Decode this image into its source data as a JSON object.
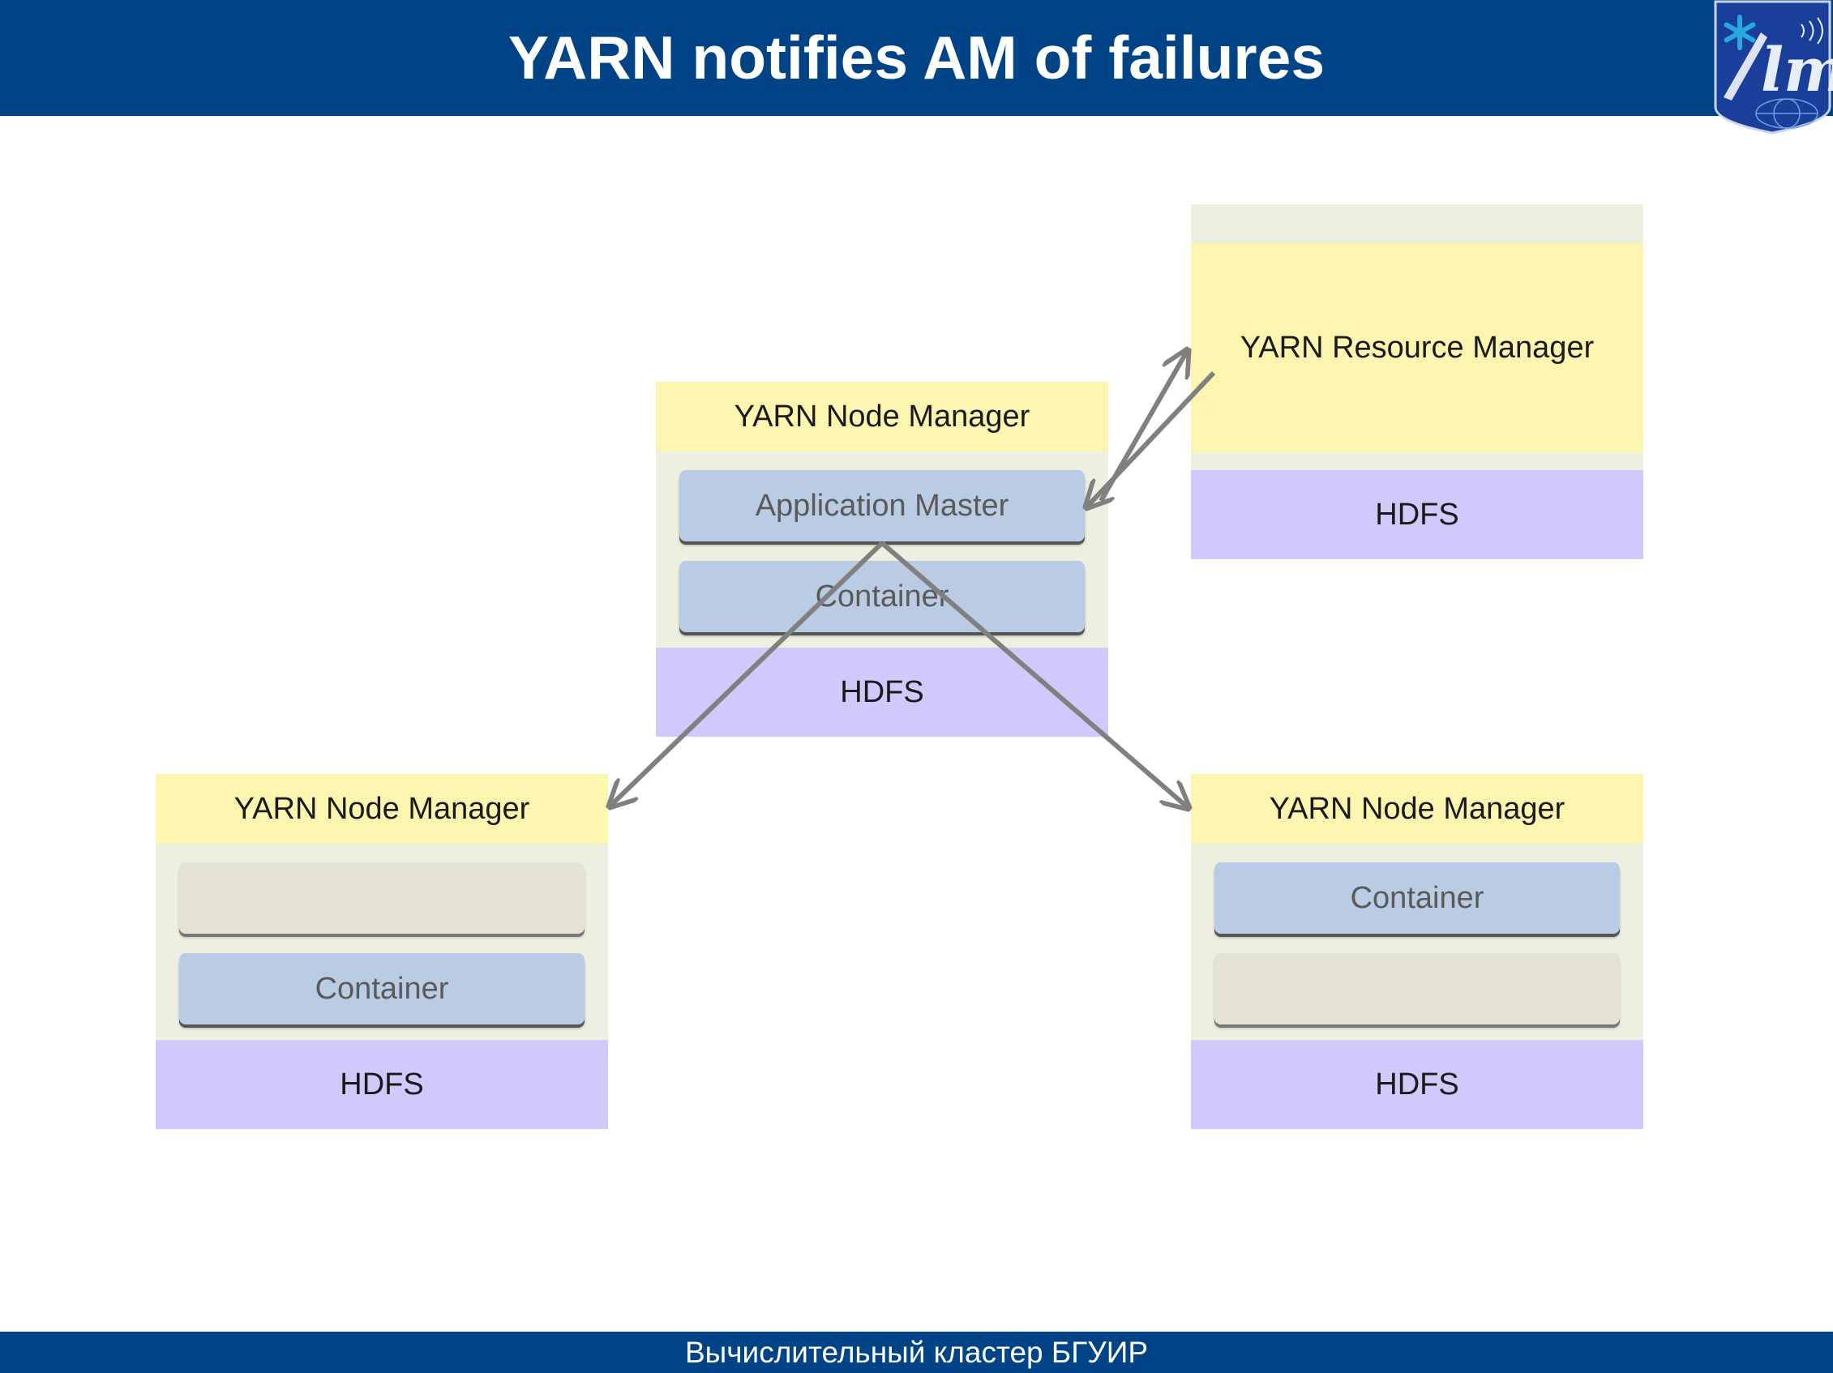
{
  "header": {
    "title": "YARN notifies AM of failures"
  },
  "footer": {
    "text": "Вычислительный кластер БГУИР"
  },
  "colors": {
    "banner": "#004386",
    "node_manager_header": "#fcf5b0",
    "node_manager_body": "#edf0e0",
    "hdfs": "#d3c8fb",
    "container": "#b9cce4",
    "empty_slot": "#e4e3d3",
    "arrow": "#808080"
  },
  "resource_manager": {
    "label": "YARN Resource Manager",
    "hdfs": "HDFS"
  },
  "center_node": {
    "label": "YARN Node Manager",
    "app_master": "Application Master",
    "container": "Container",
    "hdfs": "HDFS"
  },
  "left_node": {
    "label": "YARN Node Manager",
    "container": "Container",
    "hdfs": "HDFS"
  },
  "right_node": {
    "label": "YARN Node Manager",
    "container": "Container",
    "hdfs": "HDFS"
  }
}
